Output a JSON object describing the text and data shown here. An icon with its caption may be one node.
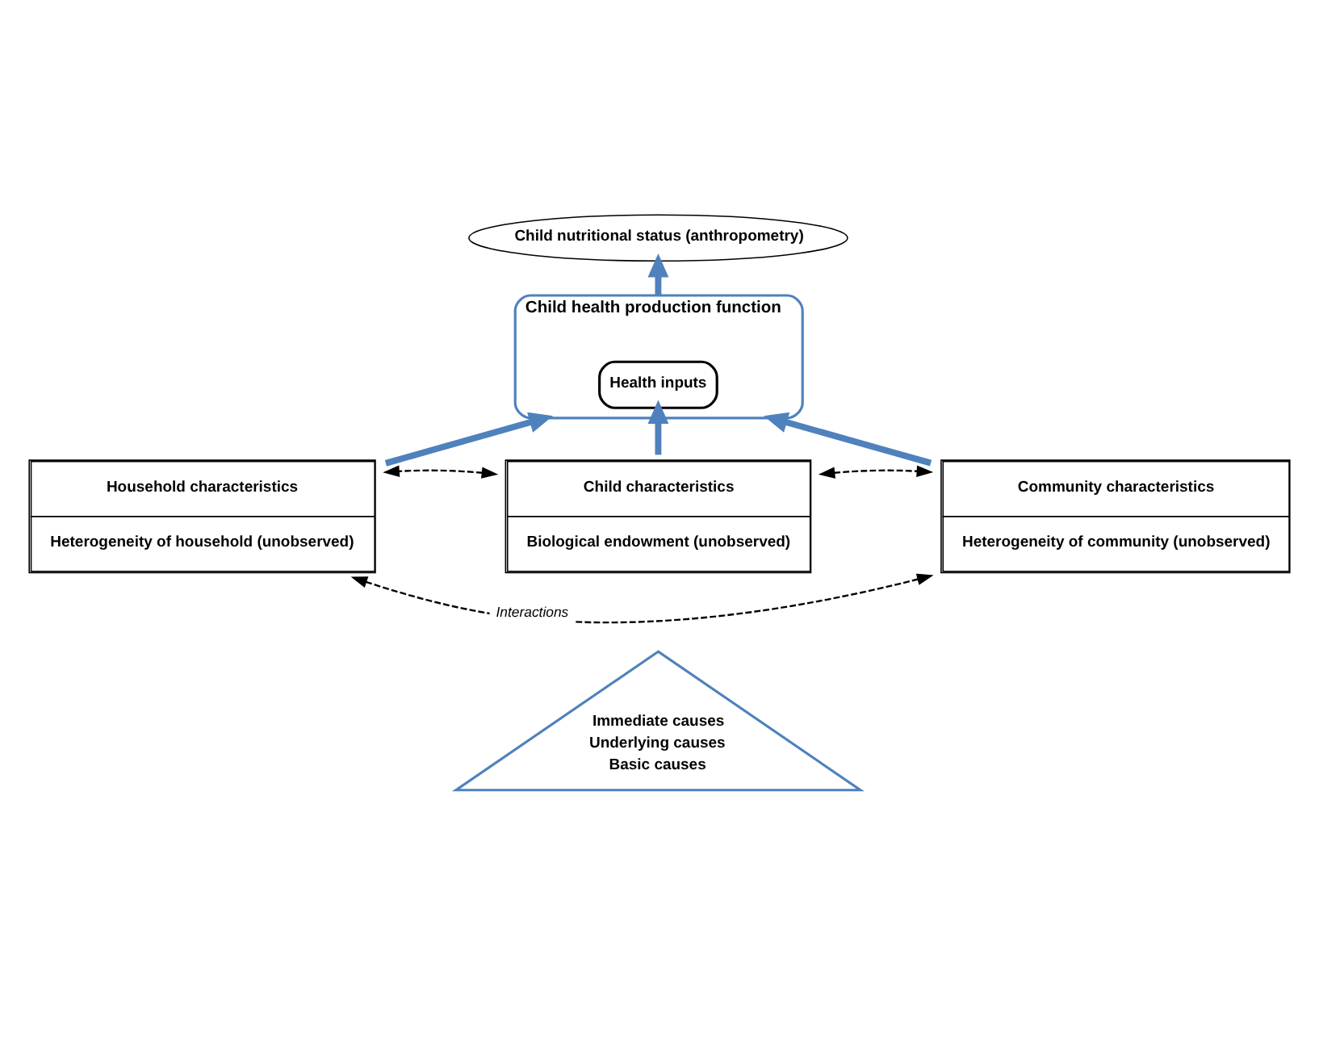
{
  "diagram": {
    "nodes": [
      {
        "text": [
          "Child nutritional status (anthropometry)"
        ]
      },
      {
        "text": [
          "Child health production function"
        ]
      },
      {
        "text": [
          "Health inputs"
        ],
        "in": 1
      },
      {
        "text": [
          "Child characteristics",
          "Biological endowment (unobserved)"
        ]
      },
      {
        "text": [
          "Household characteristics",
          "Heterogeneity of household (unobserved)"
        ]
      },
      {
        "text": [
          "Community characteristics",
          "Heterogeneity of community (unobserved)"
        ]
      },
      {
        "text": [
          "Immediate causes",
          "Underlying causes",
          "Basic causes"
        ]
      }
    ],
    "edges": [
      {
        "from": 1,
        "to": 0,
        "arrow": "to"
      },
      {
        "from": 3,
        "to": 2,
        "arrow": "to"
      },
      {
        "from": 4,
        "to": 1,
        "arrow": "to"
      },
      {
        "from": 5,
        "to": 1,
        "arrow": "to"
      },
      {
        "from": 3,
        "to": 4,
        "arrow": "both",
        "style": "dashed",
        "color": "#000000"
      },
      {
        "from": 3,
        "to": 5,
        "arrow": "both",
        "style": "dashed",
        "color": "#000000"
      },
      {
        "from": 4,
        "to": 5,
        "arrow": "both",
        "style": "dashed",
        "color": "#000000",
        "label": "Interactions"
      }
    ]
  }
}
